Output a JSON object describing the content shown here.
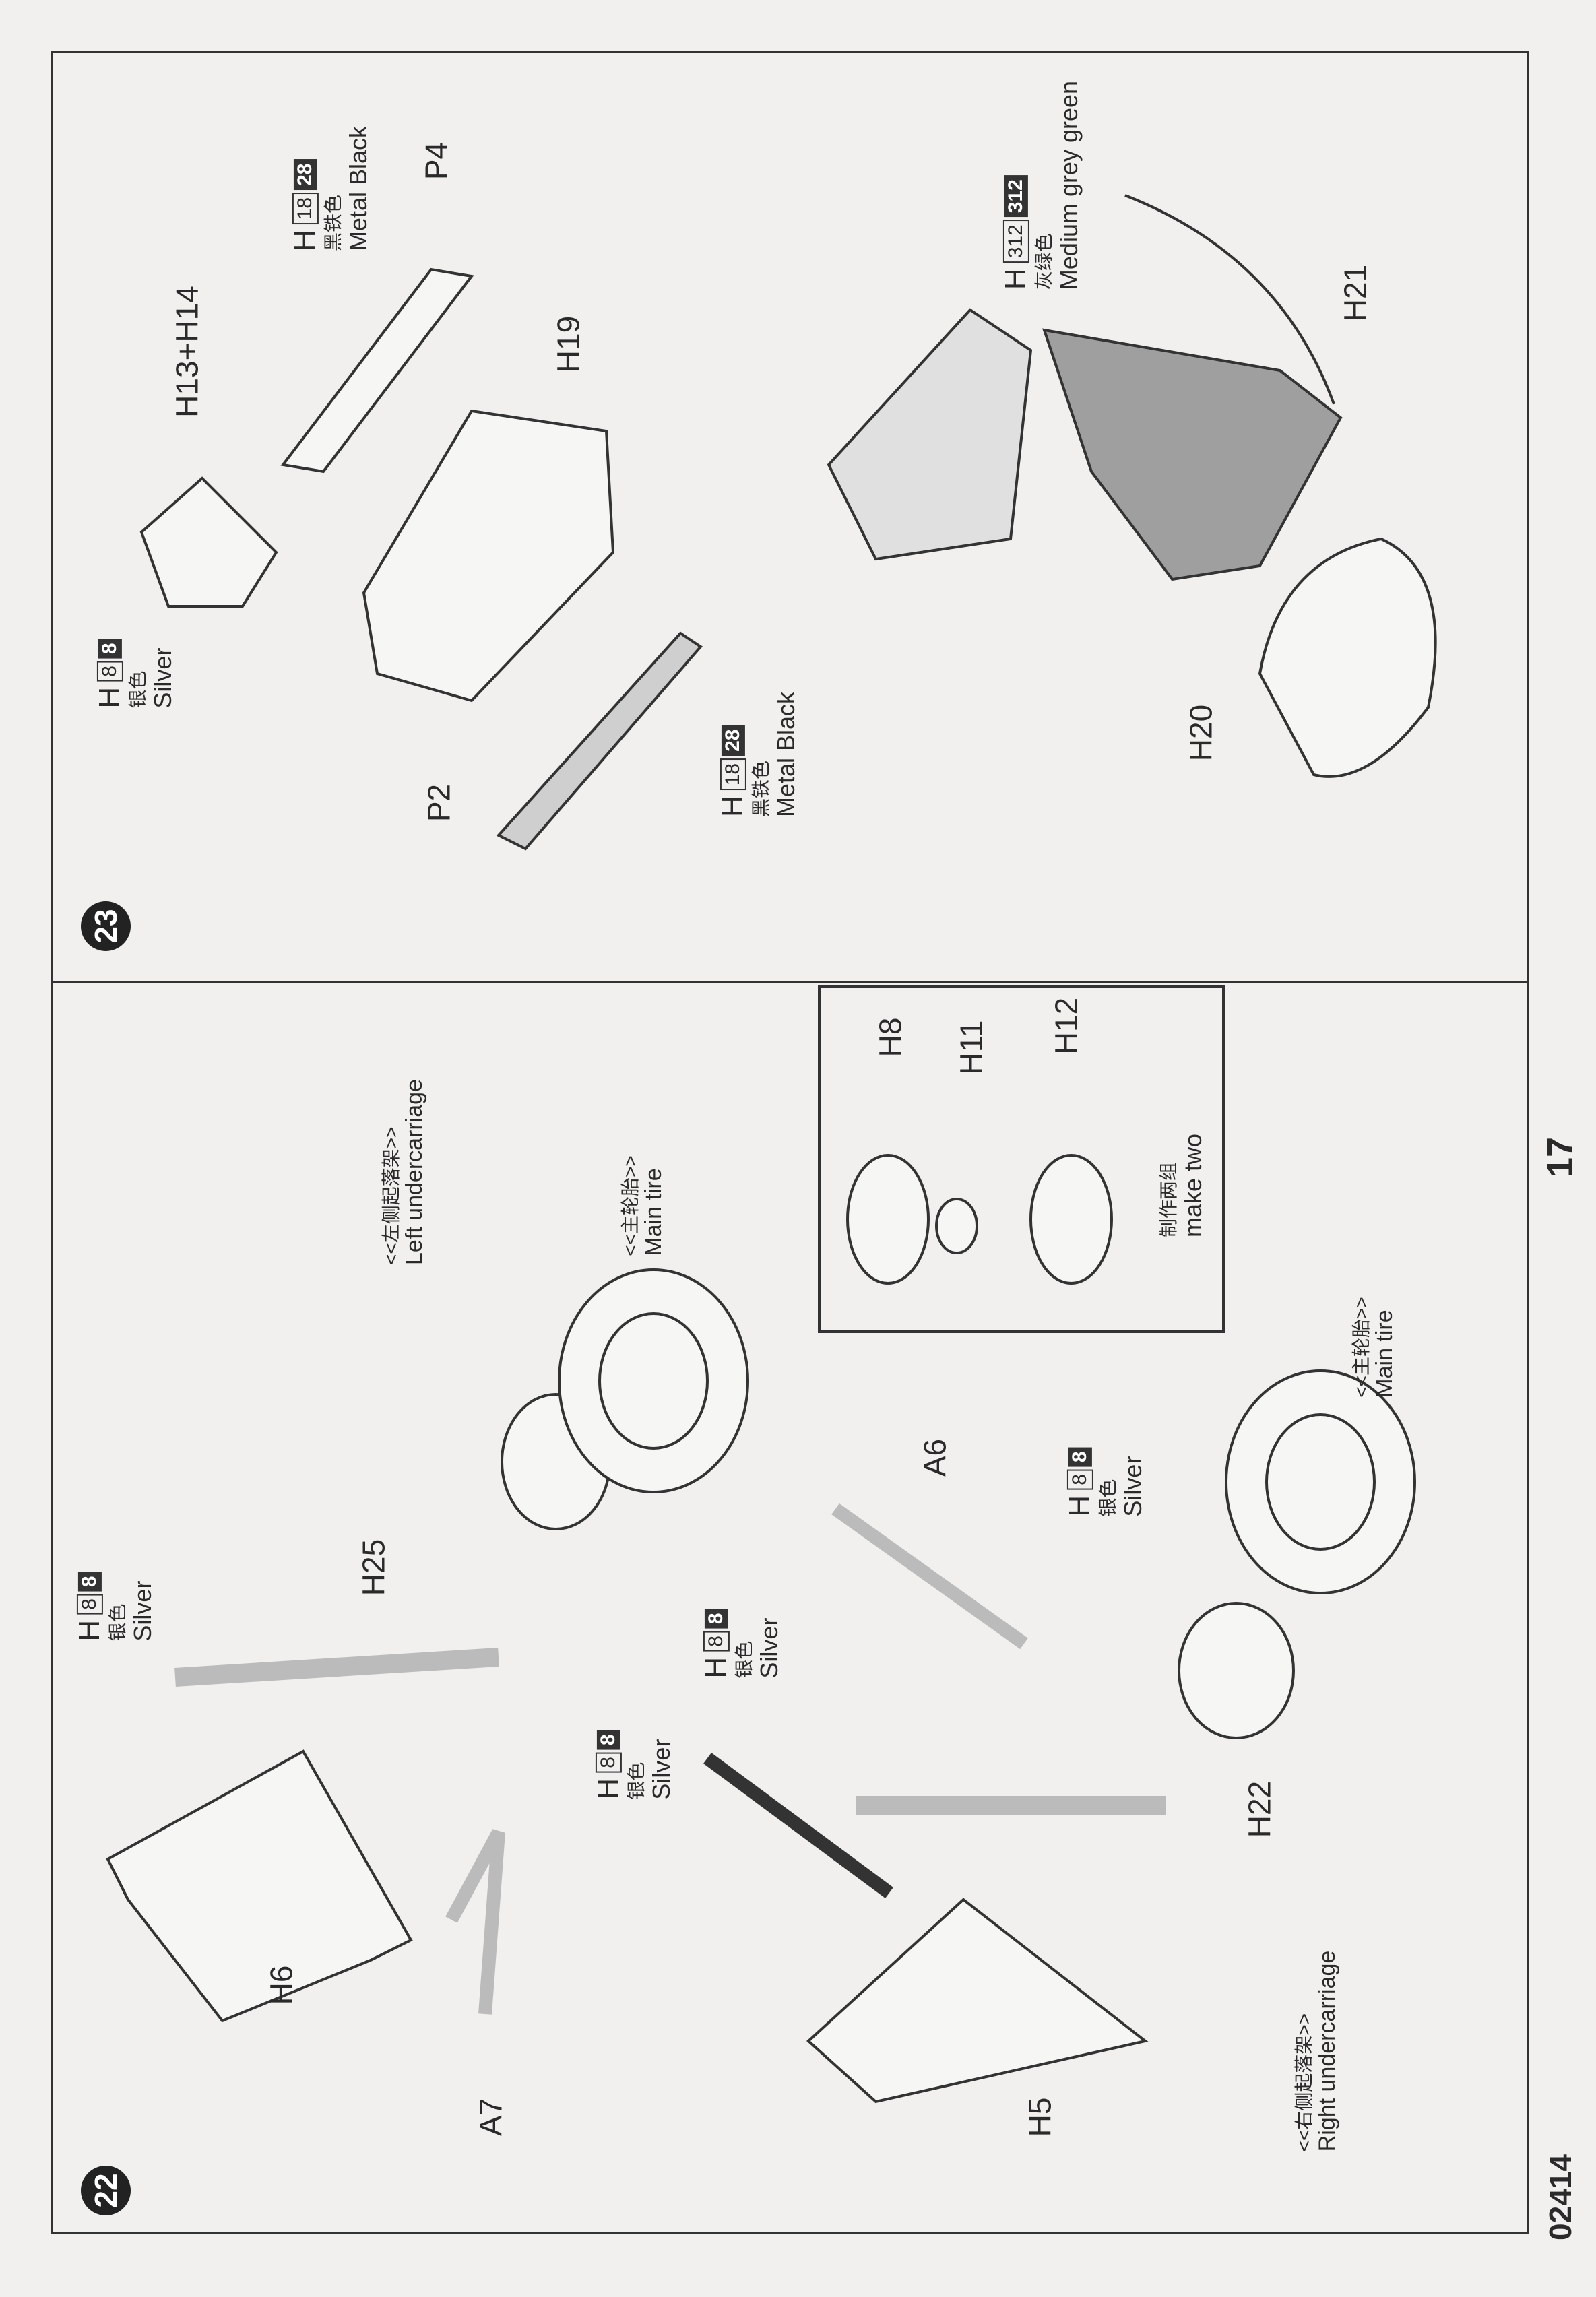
{
  "page_number": "17",
  "kit_number": "02414",
  "step23": {
    "number": "23",
    "labels": {
      "h13_h14": "H13+H14",
      "h19": "H19",
      "p4": "P4",
      "p2": "P2",
      "h21": "H21",
      "h20": "H20"
    },
    "paint_silver": {
      "letter": "H",
      "code1": "8",
      "code2": "8",
      "zh": "银色",
      "en": "Silver"
    },
    "paint_black_top": {
      "letter": "H",
      "code1": "18",
      "code2": "28",
      "zh": "黑铁色",
      "en": "Metal  Black"
    },
    "paint_black_bottom": {
      "letter": "H",
      "code1": "18",
      "code2": "28",
      "zh": "黑铁色",
      "en": "Metal  Black"
    },
    "paint_green": {
      "letter": "H",
      "code1": "312",
      "code2": "312",
      "zh": "灰绿色",
      "en": "Medium grey green"
    }
  },
  "step22": {
    "number": "22",
    "left_undercarriage": {
      "zh": "<<左侧起落架>>",
      "en": "Left undercarriage"
    },
    "right_undercarriage": {
      "zh": "<<右侧起落架>>",
      "en": "Right undercarriage"
    },
    "main_tire_top": {
      "zh": "<<主轮胎>>",
      "en": "Main tire"
    },
    "main_tire_bottom": {
      "zh": "<<主轮胎>>",
      "en": "Main tire"
    },
    "labels": {
      "h25": "H25",
      "h6": "H6",
      "a7": "A7",
      "a6": "A6",
      "h22": "H22",
      "h5": "H5"
    },
    "paint_1": {
      "letter": "H",
      "code1": "8",
      "code2": "8",
      "zh": "银色",
      "en": "Silver"
    },
    "paint_2": {
      "letter": "H",
      "code1": "8",
      "code2": "8",
      "zh": "银色",
      "en": "Silver"
    },
    "paint_3": {
      "letter": "H",
      "code1": "8",
      "code2": "8",
      "zh": "银色",
      "en": "Silver"
    },
    "paint_4": {
      "letter": "H",
      "code1": "8",
      "code2": "8",
      "zh": "银色",
      "en": "Silver"
    },
    "inset": {
      "h8": "H8",
      "h11": "H11",
      "h12": "H12",
      "zh": "制作两组",
      "en": "make two"
    }
  }
}
